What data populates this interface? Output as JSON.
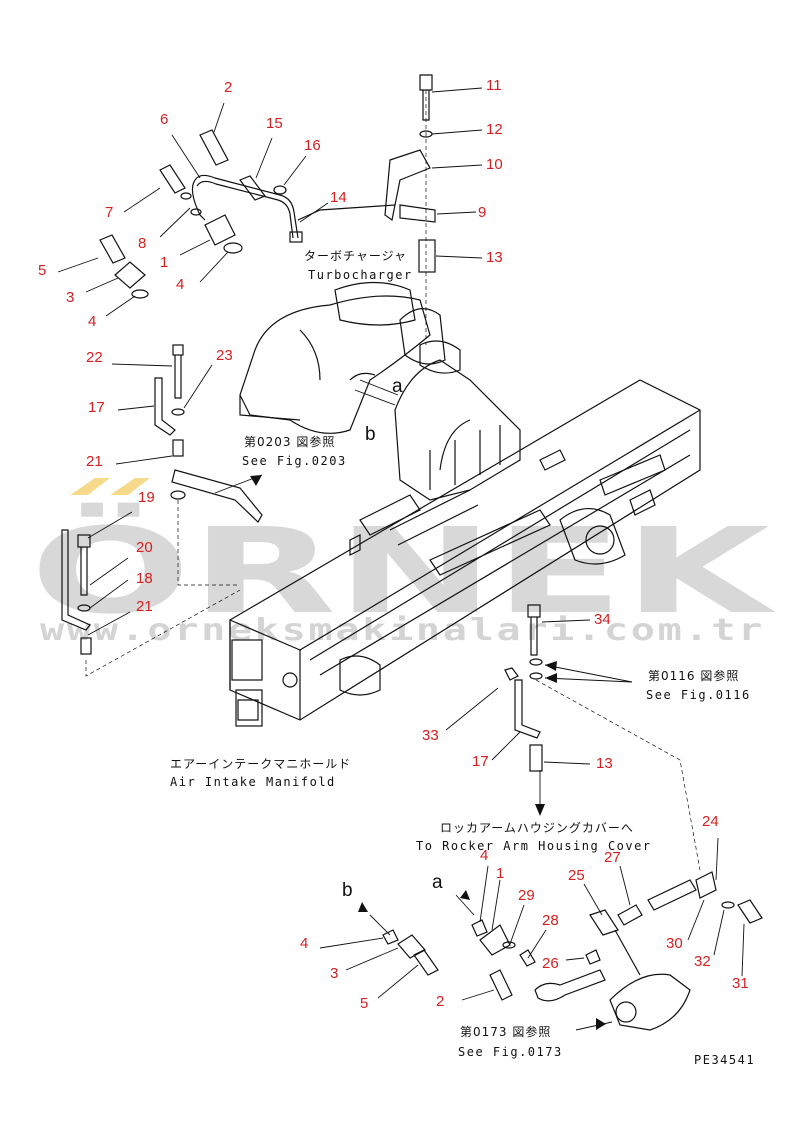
{
  "watermark": {
    "brand": "ÖRNEK",
    "url": "www.orneksmakinalari.com.tr"
  },
  "captions": {
    "turbo_jp": "ターボチャージャ",
    "turbo_en": "Turbocharger",
    "fig0203_jp": "第0203 図参照",
    "fig0203_en": "See Fig.0203",
    "manifold_jp": "エアーインテークマニホールド",
    "manifold_en": "Air Intake Manifold",
    "fig0116_jp": "第0116 図参照",
    "fig0116_en": "See Fig.0116",
    "rocker_jp": "ロッカアームハウジングカバーへ",
    "rocker_en": "To Rocker Arm Housing Cover",
    "fig0173_jp": "第0173 図参照",
    "fig0173_en": "See Fig.0173",
    "drawing_no": "PE34541"
  },
  "views": {
    "a1": "a",
    "b1": "b",
    "a2": "a",
    "b2": "b"
  },
  "callouts": [
    {
      "id": "c1",
      "label": "2"
    },
    {
      "id": "c2",
      "label": "6"
    },
    {
      "id": "c3",
      "label": "15"
    },
    {
      "id": "c4",
      "label": "16"
    },
    {
      "id": "c5",
      "label": "7"
    },
    {
      "id": "c6",
      "label": "8"
    },
    {
      "id": "c7",
      "label": "14"
    },
    {
      "id": "c8",
      "label": "1"
    },
    {
      "id": "c9",
      "label": "5"
    },
    {
      "id": "c10",
      "label": "3"
    },
    {
      "id": "c11",
      "label": "4"
    },
    {
      "id": "c12",
      "label": "4"
    },
    {
      "id": "c13",
      "label": "11"
    },
    {
      "id": "c14",
      "label": "12"
    },
    {
      "id": "c15",
      "label": "10"
    },
    {
      "id": "c16",
      "label": "9"
    },
    {
      "id": "c17",
      "label": "13"
    },
    {
      "id": "c18",
      "label": "22"
    },
    {
      "id": "c19",
      "label": "23"
    },
    {
      "id": "c20",
      "label": "17"
    },
    {
      "id": "c21",
      "label": "21"
    },
    {
      "id": "c22",
      "label": "19"
    },
    {
      "id": "c23",
      "label": "20"
    },
    {
      "id": "c24",
      "label": "18"
    },
    {
      "id": "c25",
      "label": "21"
    },
    {
      "id": "c26",
      "label": "34"
    },
    {
      "id": "c27",
      "label": "33"
    },
    {
      "id": "c28",
      "label": "17"
    },
    {
      "id": "c29",
      "label": "13"
    },
    {
      "id": "c30",
      "label": "24"
    },
    {
      "id": "c31",
      "label": "4"
    },
    {
      "id": "c32",
      "label": "1"
    },
    {
      "id": "c33",
      "label": "27"
    },
    {
      "id": "c34",
      "label": "25"
    },
    {
      "id": "c35",
      "label": "29"
    },
    {
      "id": "c36",
      "label": "28"
    },
    {
      "id": "c37",
      "label": "26"
    },
    {
      "id": "c38",
      "label": "4"
    },
    {
      "id": "c39",
      "label": "3"
    },
    {
      "id": "c40",
      "label": "5"
    },
    {
      "id": "c41",
      "label": "2"
    },
    {
      "id": "c42",
      "label": "30"
    },
    {
      "id": "c43",
      "label": "32"
    },
    {
      "id": "c44",
      "label": "31"
    }
  ]
}
